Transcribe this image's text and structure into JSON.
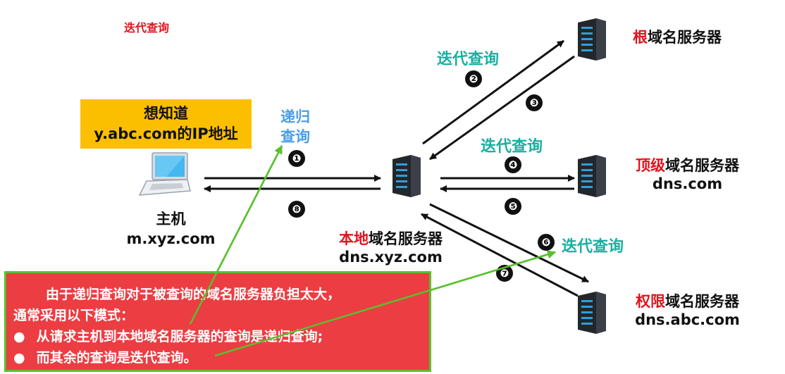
{
  "title": "迭代查询",
  "query_box": {
    "line1": "想知道",
    "line2": "y.abc.com的IP地址"
  },
  "host": {
    "name": "主机",
    "domain": "m.xyz.com"
  },
  "recursive_label": {
    "line1": "递归",
    "line2": "查询"
  },
  "local_server": {
    "prefix": "本地",
    "suffix": "域名服务器",
    "domain": "dns.xyz.com"
  },
  "root_server": {
    "prefix": "根",
    "suffix": "域名服务器"
  },
  "tld_server": {
    "prefix": "顶级",
    "suffix": "域名服务器",
    "domain": "dns.com"
  },
  "auth_server": {
    "prefix": "权限",
    "suffix": "域名服务器",
    "domain": "dns.abc.com"
  },
  "iterative_labels": [
    "迭代查询",
    "迭代查询",
    "迭代查询"
  ],
  "steps": [
    "❶",
    "❷",
    "❸",
    "❹",
    "❺",
    "❻",
    "❼",
    "❽"
  ],
  "note": {
    "line1": "由于递归查询对于被查询的域名服务器负担太大，",
    "line2": "通常采用以下模式：",
    "bullet1": "从请求主机到本地域名服务器的查询是递归查询;",
    "bullet2": "而其余的查询是迭代查询。"
  },
  "colors": {
    "accent_red": "#e0141e",
    "teal": "#17b0a0",
    "blue": "#4a9ee8",
    "box_yellow": "#fcbf00",
    "note_red": "#ec3d42",
    "pointer_green": "#58c02e"
  }
}
